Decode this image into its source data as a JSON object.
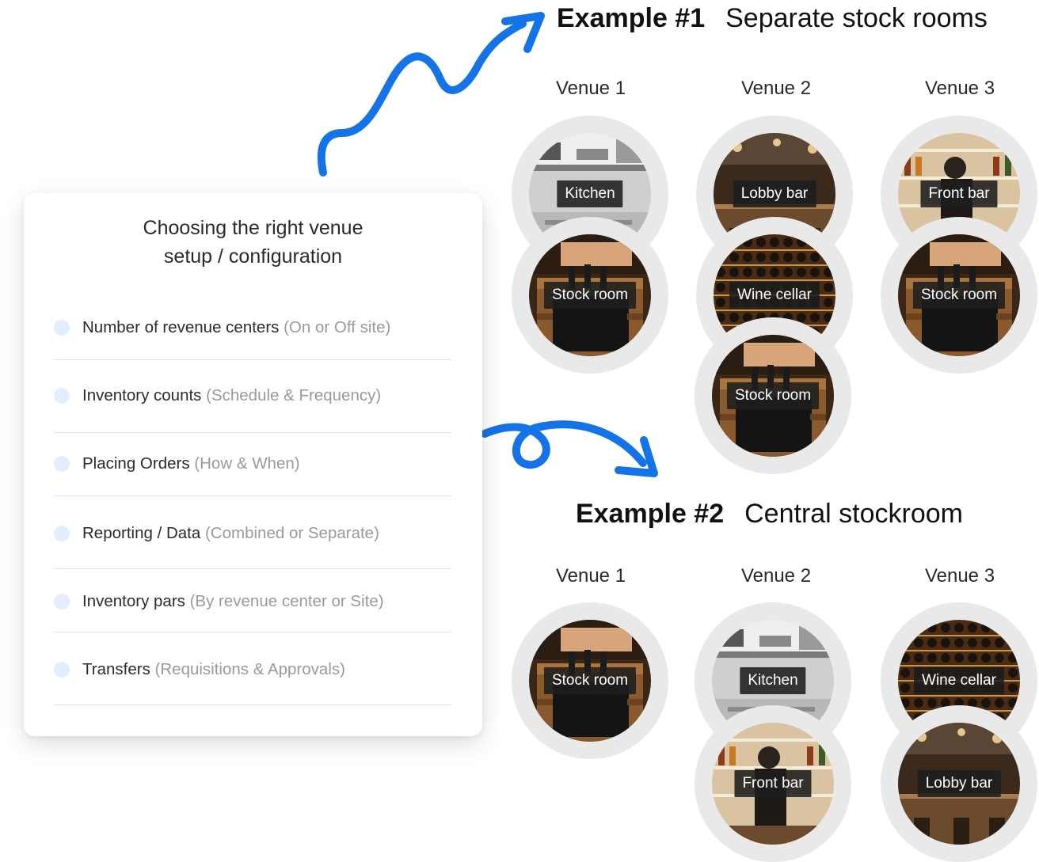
{
  "card": {
    "title": "Choosing the right venue\nsetup / configuration",
    "items": [
      {
        "label": "Number of revenue centers",
        "note": "(On or Off site)"
      },
      {
        "label": "Inventory counts",
        "note": "(Schedule & Frequency)"
      },
      {
        "label": "Placing Orders",
        "note": "(How & When)"
      },
      {
        "label": "Reporting / Data",
        "note": "(Combined or Separate)"
      },
      {
        "label": "Inventory pars",
        "note": "(By revenue center or Site)"
      },
      {
        "label": "Transfers",
        "note": "(Requisitions & Approvals)"
      }
    ]
  },
  "example1": {
    "number": "Example #1",
    "title": "Separate stock rooms",
    "venues": [
      "Venue 1",
      "Venue 2",
      "Venue 3"
    ],
    "rooms": [
      "Kitchen",
      "Lobby bar",
      "Front bar",
      "Stock room",
      "Wine cellar",
      "Stock room",
      "Stock room"
    ]
  },
  "example2": {
    "number": "Example #2",
    "title": "Central stockroom",
    "venues": [
      "Venue 1",
      "Venue 2",
      "Venue 3"
    ],
    "rooms": [
      "Stock room",
      "Kitchen",
      "Wine cellar",
      "Front bar",
      "Lobby bar"
    ]
  },
  "colors": {
    "arrow": "#1473e6",
    "bullet": "#e2eefb"
  }
}
